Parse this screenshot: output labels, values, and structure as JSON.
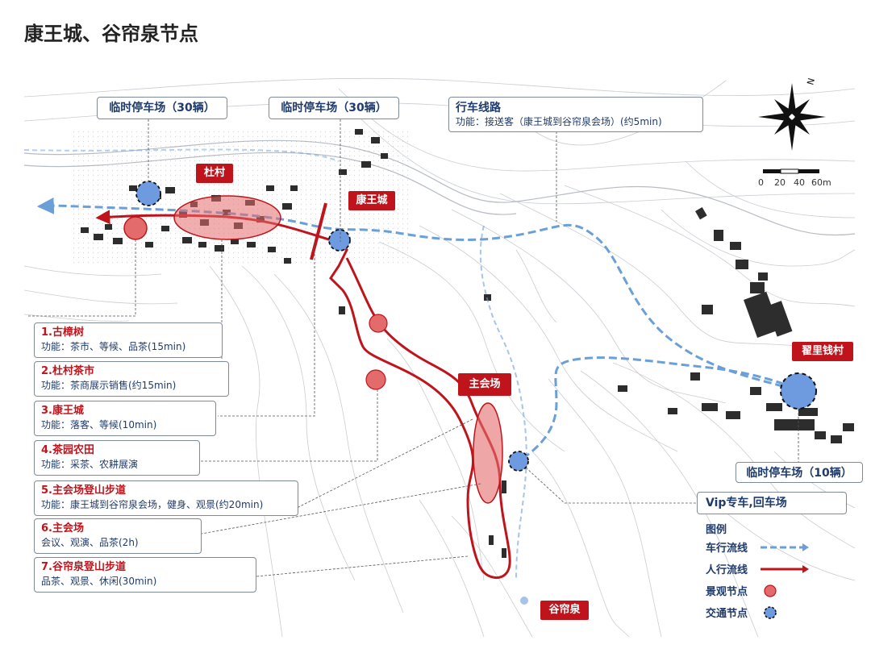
{
  "page_title": "康王城、谷帘泉节点",
  "parking_labels": {
    "left": "临时停车场（30辆）",
    "middle": "临时停车场（30辆）",
    "right": "临时停车场（10辆）"
  },
  "route": {
    "title": "行车线路",
    "desc": "功能：接送客（康王城到谷帘泉会场）(约5min)"
  },
  "vip_label": "Vip专车,回车场",
  "place_tags": {
    "ducun": "杜村",
    "kangwangcheng": "康王城",
    "main_venue": "主会场",
    "zaoliqian": "翟里钱村",
    "gulianquan": "谷帘泉"
  },
  "items": [
    {
      "title": "1.古樟树",
      "desc": "功能：茶市、等候、品茶(15min)"
    },
    {
      "title": "2.杜村茶市",
      "desc": "功能：茶商展示销售(约15min)"
    },
    {
      "title": "3.康王城",
      "desc": "功能：落客、等候(10min)"
    },
    {
      "title": "4.茶园农田",
      "desc": "功能：采茶、农耕展演"
    },
    {
      "title": "5.主会场登山步道",
      "desc": "功能：康王城到谷帘泉会场，健身、观景(约20min)"
    },
    {
      "title": "6.主会场",
      "desc": "会议、观演、品茶(2h)"
    },
    {
      "title": "7.谷帘泉登山步道",
      "desc": "品茶、观景、休闲(30min)"
    }
  ],
  "legend": {
    "title": "图例",
    "vehicle": "车行流线",
    "pedestrian": "人行流线",
    "landscape": "景观节点",
    "traffic": "交通节点"
  },
  "scale": {
    "labels": [
      "0",
      "20",
      "40",
      "60m"
    ]
  },
  "compass": {
    "north_letter": "N"
  },
  "colors": {
    "red": "#c0141c",
    "blue_route": "#6a9fd8",
    "node_blue": "#6e9be0",
    "node_red": "#e36b6b",
    "text_blue": "#1f3b6b"
  }
}
